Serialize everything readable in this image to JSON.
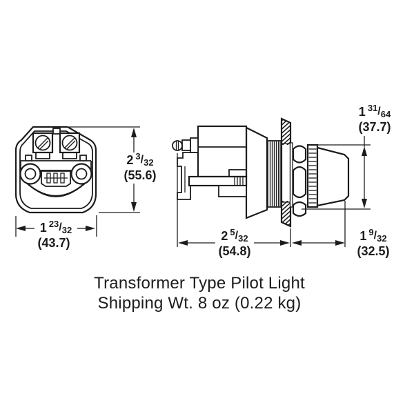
{
  "page": {
    "background": "#ffffff",
    "line_color": "#1c1c1c"
  },
  "caption": {
    "line1": "Transformer Type Pilot Light",
    "line2": "Shipping Wt. 8 oz (0.22 kg)"
  },
  "glyphs": {
    "fraction_slash": "/"
  },
  "dimensions": {
    "front_height": {
      "whole": "2",
      "numerator": "3",
      "denominator": "32",
      "metric": "(55.6)"
    },
    "front_width": {
      "whole": "1",
      "numerator": "23",
      "denominator": "32",
      "metric": "(43.7)"
    },
    "lens_diameter": {
      "whole": "1",
      "numerator": "31",
      "denominator": "64",
      "metric": "(37.7)"
    },
    "body_depth": {
      "whole": "2",
      "numerator": "5",
      "denominator": "32",
      "metric": "(54.8)"
    },
    "lens_depth": {
      "whole": "1",
      "numerator": "9",
      "denominator": "32",
      "metric": "(32.5)"
    }
  }
}
